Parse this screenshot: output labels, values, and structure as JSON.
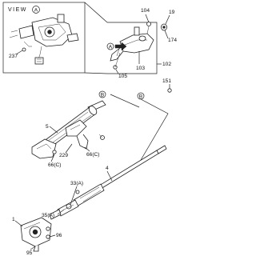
{
  "view_box": {
    "title": "VIEW",
    "marker": "A"
  },
  "callouts": [
    {
      "id": "c104",
      "text": "104"
    },
    {
      "id": "c19",
      "text": "19"
    },
    {
      "id": "c174",
      "text": "174"
    },
    {
      "id": "c237",
      "text": "237"
    },
    {
      "id": "c103",
      "text": "103"
    },
    {
      "id": "c102",
      "text": "102"
    },
    {
      "id": "c105",
      "text": "105"
    },
    {
      "id": "c151",
      "text": "151"
    },
    {
      "id": "c5",
      "text": "5"
    },
    {
      "id": "c229",
      "text": "229"
    },
    {
      "id": "c66c1",
      "text": "66(C)"
    },
    {
      "id": "c66c2",
      "text": "66(C)"
    },
    {
      "id": "c4",
      "text": "4"
    },
    {
      "id": "c33a",
      "text": "33(A)"
    },
    {
      "id": "c35a",
      "text": "35(A)"
    },
    {
      "id": "c1",
      "text": "1"
    },
    {
      "id": "c96",
      "text": "96"
    },
    {
      "id": "c95",
      "text": "95"
    }
  ],
  "markers": [
    {
      "id": "mA",
      "text": "A"
    },
    {
      "id": "mB1",
      "text": "B"
    },
    {
      "id": "mB2",
      "text": "B"
    }
  ]
}
